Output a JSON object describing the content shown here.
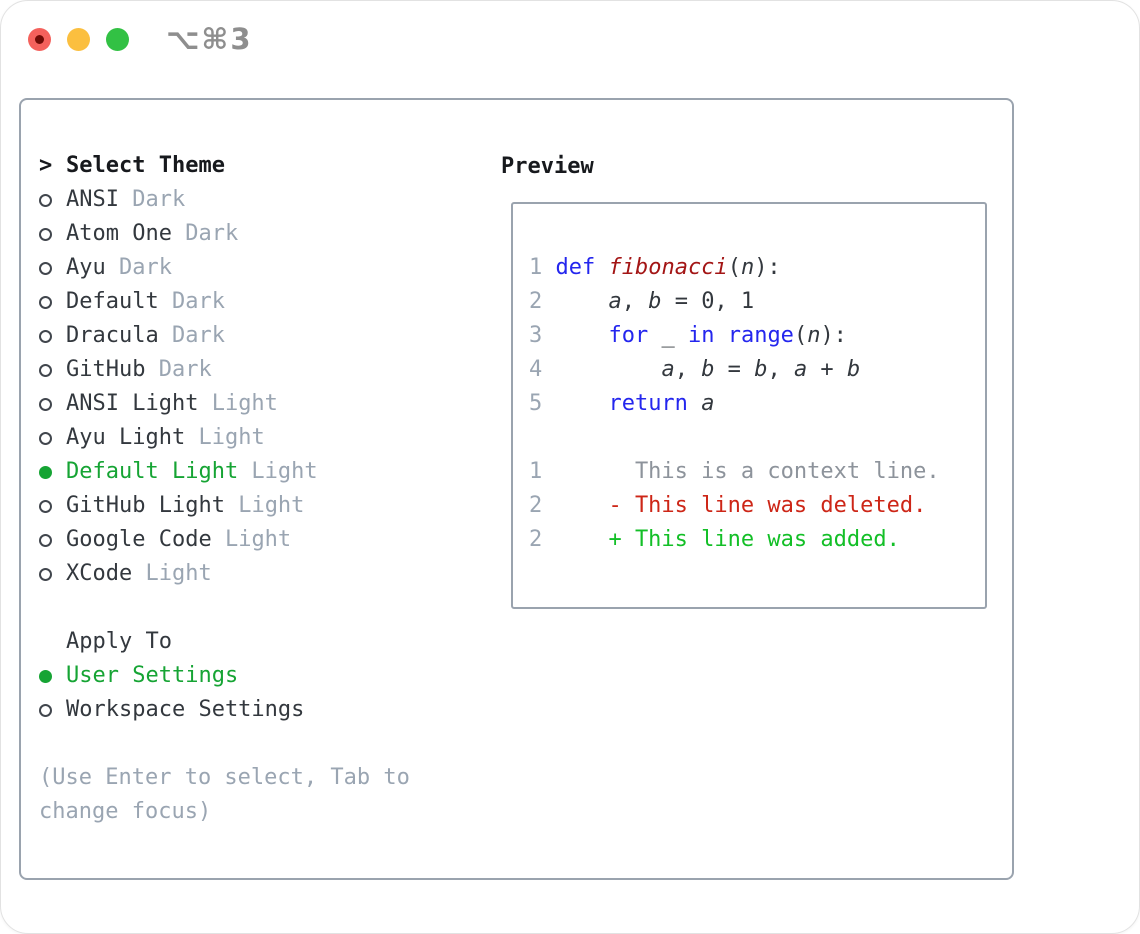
{
  "window": {
    "title_shortcut": "⌥⌘3",
    "traffic_lights": [
      "close",
      "minimize",
      "zoom"
    ]
  },
  "theme_panel": {
    "header_prompt": ">",
    "header": "Select Theme",
    "items": [
      {
        "name": "ANSI",
        "variant": "Dark",
        "selected": false
      },
      {
        "name": "Atom One",
        "variant": "Dark",
        "selected": false
      },
      {
        "name": "Ayu",
        "variant": "Dark",
        "selected": false
      },
      {
        "name": "Default",
        "variant": "Dark",
        "selected": false
      },
      {
        "name": "Dracula",
        "variant": "Dark",
        "selected": false
      },
      {
        "name": "GitHub",
        "variant": "Dark",
        "selected": false
      },
      {
        "name": "ANSI Light",
        "variant": "Light",
        "selected": false
      },
      {
        "name": "Ayu Light",
        "variant": "Light",
        "selected": false
      },
      {
        "name": "Default Light",
        "variant": "Light",
        "selected": true
      },
      {
        "name": "GitHub Light",
        "variant": "Light",
        "selected": false
      },
      {
        "name": "Google Code",
        "variant": "Light",
        "selected": false
      },
      {
        "name": "XCode",
        "variant": "Light",
        "selected": false
      }
    ],
    "apply_to": {
      "header": "Apply To",
      "options": [
        {
          "label": "User Settings",
          "selected": true
        },
        {
          "label": "Workspace Settings",
          "selected": false
        }
      ]
    },
    "hint": "(Use Enter to select, Tab to change focus)"
  },
  "preview": {
    "header": "Preview",
    "code": [
      {
        "n": "1",
        "t": [
          [
            "k",
            "def"
          ],
          [
            "p",
            " "
          ],
          [
            "f",
            "fibonacci"
          ],
          [
            "p",
            "("
          ],
          [
            "v",
            "n"
          ],
          [
            "p",
            "):"
          ]
        ]
      },
      {
        "n": "2",
        "t": [
          [
            "p",
            "    "
          ],
          [
            "v",
            "a"
          ],
          [
            "p",
            ", "
          ],
          [
            "v",
            "b"
          ],
          [
            "p",
            " = 0, 1"
          ]
        ]
      },
      {
        "n": "3",
        "t": [
          [
            "p",
            "    "
          ],
          [
            "k",
            "for"
          ],
          [
            "p",
            " _ "
          ],
          [
            "k",
            "in"
          ],
          [
            "p",
            " "
          ],
          [
            "k",
            "range"
          ],
          [
            "p",
            "("
          ],
          [
            "v",
            "n"
          ],
          [
            "p",
            "):"
          ]
        ]
      },
      {
        "n": "4",
        "t": [
          [
            "p",
            "        "
          ],
          [
            "v",
            "a"
          ],
          [
            "p",
            ", "
          ],
          [
            "v",
            "b"
          ],
          [
            "p",
            " = "
          ],
          [
            "v",
            "b"
          ],
          [
            "p",
            ", "
          ],
          [
            "v",
            "a"
          ],
          [
            "p",
            " + "
          ],
          [
            "v",
            "b"
          ]
        ]
      },
      {
        "n": "5",
        "t": [
          [
            "p",
            "    "
          ],
          [
            "k",
            "return"
          ],
          [
            "p",
            " "
          ],
          [
            "v",
            "a"
          ]
        ]
      },
      {
        "n": "",
        "t": []
      },
      {
        "n": "1",
        "t": [
          [
            "c",
            "      This is a context line."
          ]
        ]
      },
      {
        "n": "2",
        "t": [
          [
            "d",
            "    - This line was deleted."
          ]
        ]
      },
      {
        "n": "2",
        "t": [
          [
            "a",
            "    + This line was added."
          ]
        ]
      }
    ]
  },
  "colors": {
    "ink": "#33383e",
    "muted": "#9aa5b2",
    "context": "#8d939b",
    "green": "#16a434",
    "diff_red": "#cd2617",
    "diff_green": "#13bf27",
    "blue": "#2426ee",
    "maroon": "#a31515",
    "border": "#9aa3ae",
    "title_gray": "#8e8e8e",
    "light_red": "#f4615c",
    "light_red_dot": "#6f0b06",
    "light_yellow": "#fbbf3f",
    "light_green": "#32c144"
  }
}
